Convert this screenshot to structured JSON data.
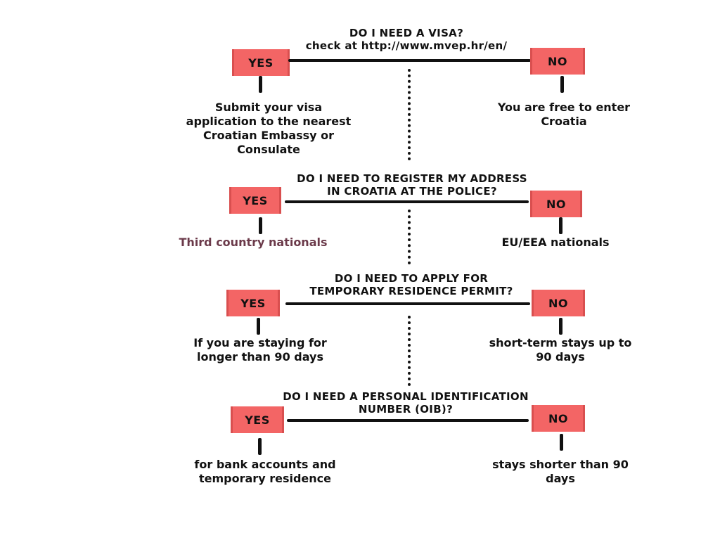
{
  "colors": {
    "sign_fill": "#f36565",
    "text": "#111111",
    "muted_text": "#6b3a4a"
  },
  "steps": [
    {
      "question_lines": [
        "DO I NEED A VISA?",
        "check at http://www.mvep.hr/en/"
      ],
      "yes_label": "YES",
      "no_label": "NO",
      "yes_answer_lines": [
        "Submit your visa",
        "application to the nearest",
        "Croatian Embassy or",
        "Consulate"
      ],
      "no_answer_lines": [
        "You are free to enter",
        "Croatia"
      ]
    },
    {
      "question_lines": [
        "DO I NEED TO REGISTER MY ADDRESS",
        "IN CROATIA AT THE POLICE?"
      ],
      "yes_label": "YES",
      "no_label": "NO",
      "yes_answer_lines": [
        "Third country nationals"
      ],
      "no_answer_lines": [
        "EU/EEA nationals"
      ]
    },
    {
      "question_lines": [
        "DO I NEED TO APPLY FOR",
        "TEMPORARY RESIDENCE PERMIT?"
      ],
      "yes_label": "YES",
      "no_label": "NO",
      "yes_answer_lines": [
        "If you are staying for",
        "longer than 90 days"
      ],
      "no_answer_lines": [
        "short-term stays up to",
        "90 days"
      ]
    },
    {
      "question_lines": [
        "DO I NEED A PERSONAL IDENTIFICATION",
        "NUMBER (OIB)?"
      ],
      "yes_label": "YES",
      "no_label": "NO",
      "yes_answer_lines": [
        "for bank accounts and",
        "temporary residence"
      ],
      "no_answer_lines": [
        "stays shorter than 90",
        "days"
      ]
    }
  ]
}
